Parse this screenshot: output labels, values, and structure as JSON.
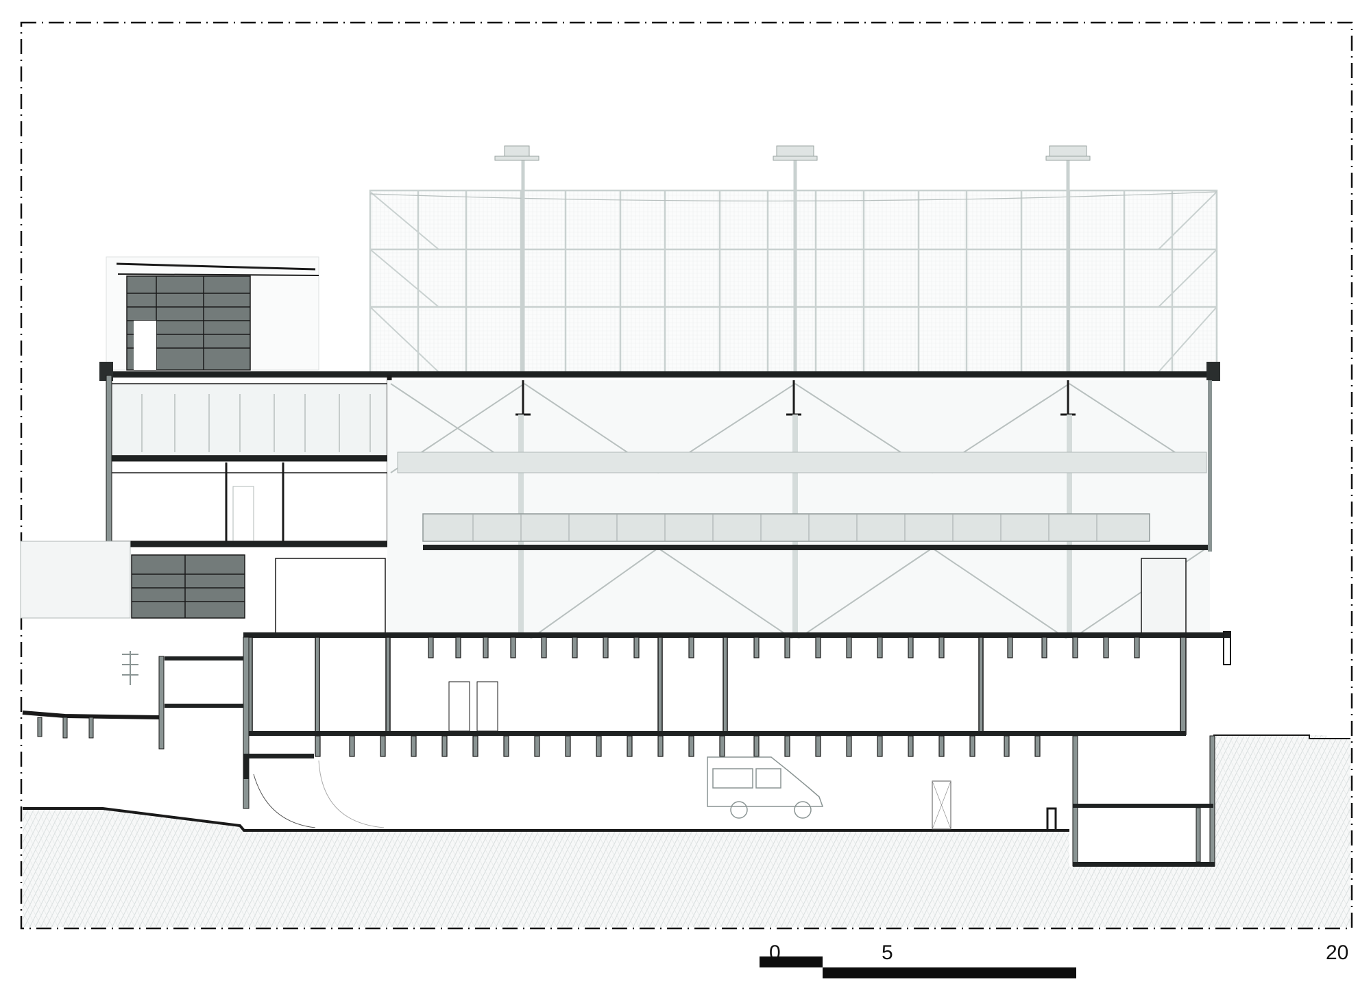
{
  "drawing": {
    "type": "architectural-section",
    "colors": {
      "line": "#1a1a1a",
      "concrete_cut": "#8a9493",
      "cladding_panel": "#737b7a",
      "light_structure": "#c9d1d0",
      "glazing": "#e3e8e7",
      "soil_hatch": "#d8dcdb",
      "frame": "#111111"
    },
    "elements": {
      "border": "dash-dot drawing frame",
      "floodlights": 3,
      "vehicle": "van",
      "levels": [
        "sports field roof with fence and floodlights",
        "upper glazed level",
        "walkway level",
        "ground level",
        "basement level 1",
        "basement level 2 parking"
      ]
    }
  },
  "scale_bar": {
    "labels": [
      "0",
      "5",
      "20"
    ],
    "unit_segments": [
      {
        "from": "0",
        "to": "5"
      },
      {
        "from": "5",
        "to": "20"
      }
    ]
  }
}
